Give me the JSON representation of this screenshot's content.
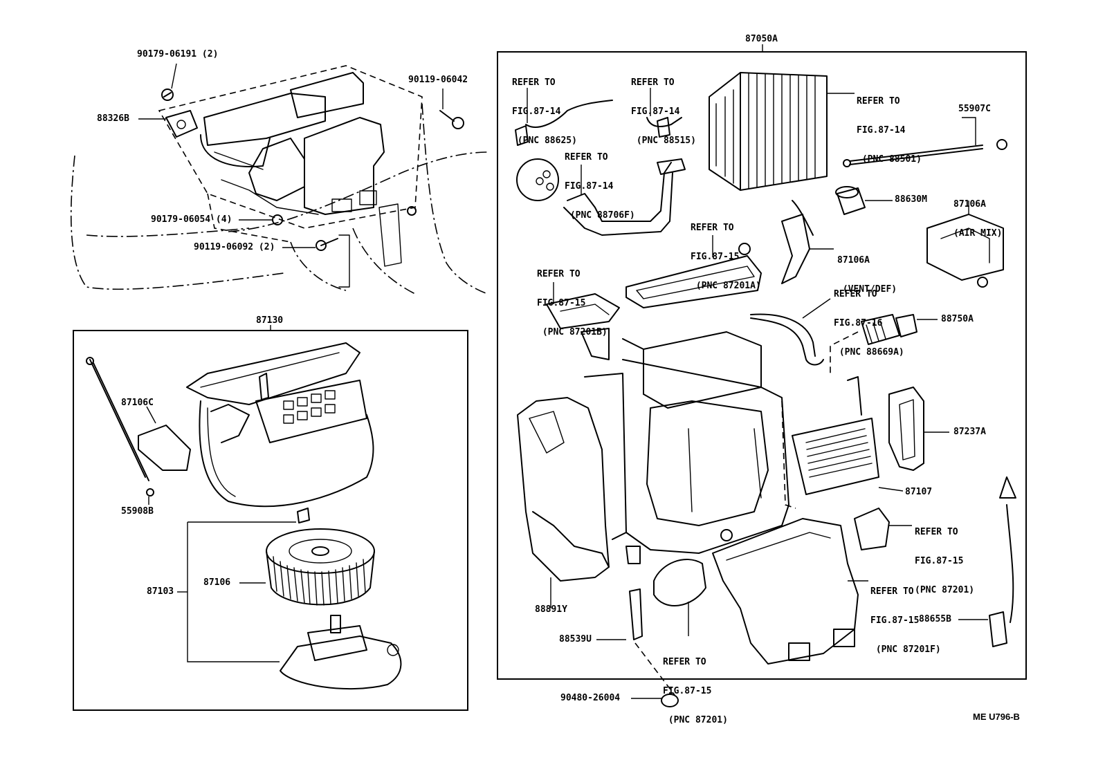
{
  "callouts": {
    "p90179_06191": "90179-06191 (2)",
    "p90119_06042": "90119-06042",
    "p88326B": "88326B",
    "p90179_06054": "90179-06054 (4)",
    "p90119_06092": "90119-06092 (2)",
    "p87130": "87130",
    "p87106C": "87106C",
    "p55908B": "55908B",
    "p87103": "87103",
    "p87106": "87106",
    "p87050A": "87050A",
    "ref_88625": [
      "REFER TO",
      "FIG.87-14",
      " (PNC 88625)"
    ],
    "ref_88515": [
      "REFER TO",
      "FIG.87-14",
      " (PNC 88515)"
    ],
    "ref_88501": [
      "REFER TO",
      "FIG.87-14",
      " (PNC 88501)"
    ],
    "p55907C": "55907C",
    "ref_88706F": [
      "REFER TO",
      "FIG.87-14",
      " (PNC 88706F)"
    ],
    "p88630M": "88630M",
    "p87106A_airmix": [
      "87106A",
      "(AIR MIX)"
    ],
    "ref_87201A": [
      "REFER TO",
      "FIG.87-15",
      " (PNC 87201A)"
    ],
    "p87106A_ventdef": [
      "87106A",
      " (VENT/DEF)"
    ],
    "ref_87201B": [
      "REFER TO",
      "FIG.87-15",
      " (PNC 87201B)"
    ],
    "ref_88669A": [
      "REFER TO",
      "FIG.87-16",
      " (PNC 88669A)"
    ],
    "p88750A": "88750A",
    "p87237A": "87237A",
    "p87107": "87107",
    "ref_87201_right": [
      "REFER TO",
      "FIG.87-15",
      "(PNC 87201)"
    ],
    "ref_87201F": [
      "REFER TO",
      "FIG.87-15",
      " (PNC 87201F)"
    ],
    "p88891Y": "88891Y",
    "p88539U": "88539U",
    "ref_87201_bottom": [
      "REFER TO",
      "FIG.87-15",
      " (PNC 87201)"
    ],
    "p88655B": "88655B",
    "p90480_26004": "90480-26004"
  },
  "footer": {
    "code": "ME U796-B"
  }
}
